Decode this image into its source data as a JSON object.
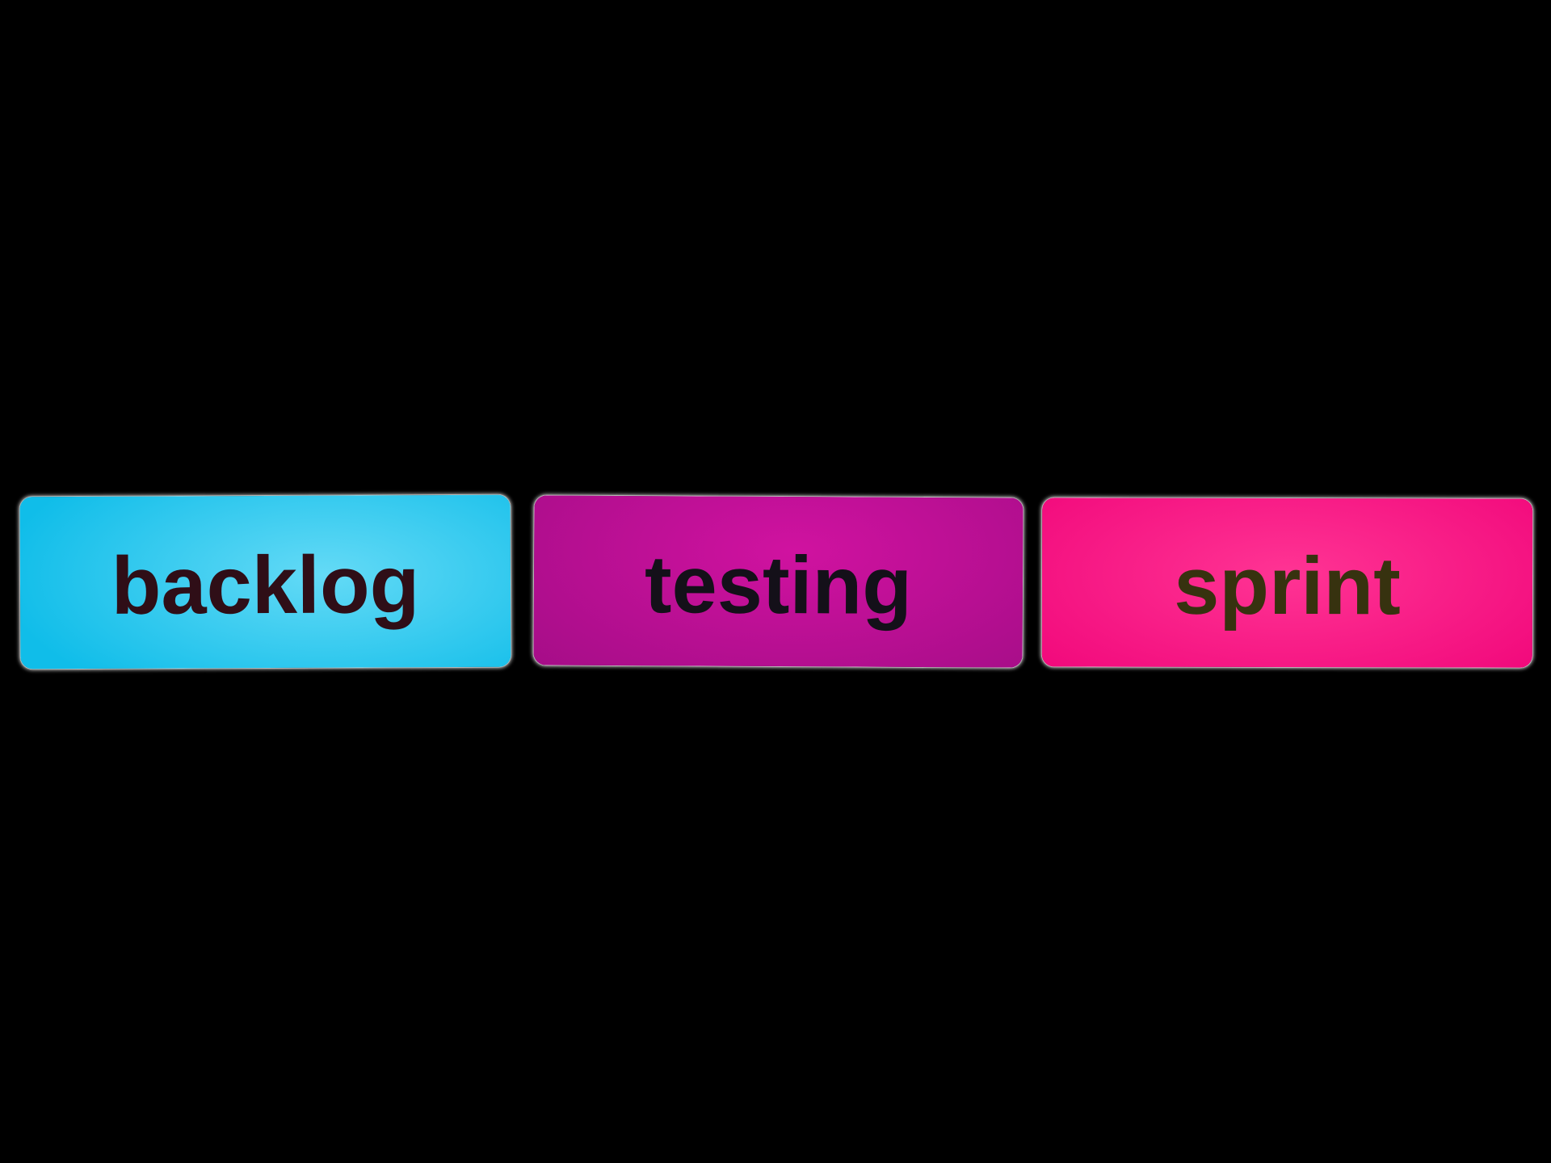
{
  "page": {
    "background_color": "#000000",
    "description": "Three rounded sticker labels with agile workflow terms on a black background"
  },
  "cards": [
    {
      "text": "backlog",
      "bg_edge": "#10bde9",
      "bg_center": "#64daf6",
      "text_color": "#2f0e17"
    },
    {
      "text": "testing",
      "bg_edge": "#a60d88",
      "bg_center": "#d012a0",
      "text_color": "#141019"
    },
    {
      "text": "sprint",
      "bg_edge": "#f00479",
      "bg_center": "#ff3494",
      "text_color": "#37320f"
    }
  ]
}
